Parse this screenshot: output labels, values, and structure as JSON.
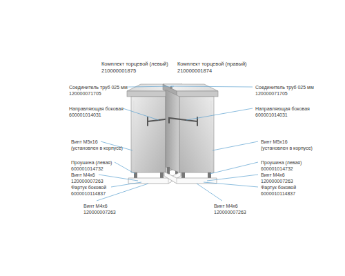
{
  "diagram": {
    "labels": [
      "Комплект торцевой (левый)",
      "210000001875",
      "Соединитель труб 025 мм",
      "120000071705",
      "Направляющая боковая",
      "600001014031",
      "Винт М5х16",
      "(установлен в корпусе)",
      "Проушина (левая)",
      "600001014732",
      "Винт М4х6",
      "120000007263",
      "Фартук боковой",
      "6000010114837",
      "Винт М4х6",
      "120000007263",
      "Комплект торцевой (правый)",
      "210000001874",
      "Соединитель труб 025 мм",
      "120000071705",
      "Направляющая боковая",
      "600001014031",
      "Винт М5х16",
      "(установлен в корпусе)",
      "Проушина (левая)",
      "600001014732",
      "Винт М4х6",
      "120000007263",
      "Фартук боковой",
      "6000010114837",
      "Винт М4х6",
      "120000007263"
    ]
  }
}
